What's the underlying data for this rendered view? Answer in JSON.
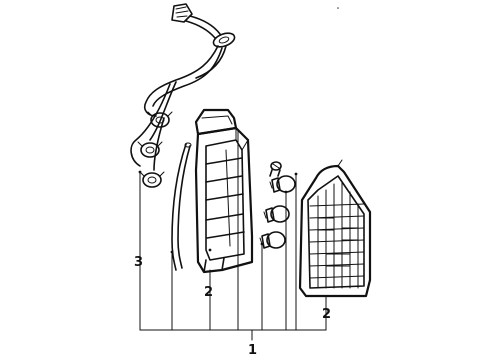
{
  "callouts": {
    "main_assembly": "1",
    "lens_left": "2",
    "lens_right": "2",
    "harness": "3"
  },
  "colors": {
    "ink": "#111111",
    "paper": "#ffffff"
  }
}
